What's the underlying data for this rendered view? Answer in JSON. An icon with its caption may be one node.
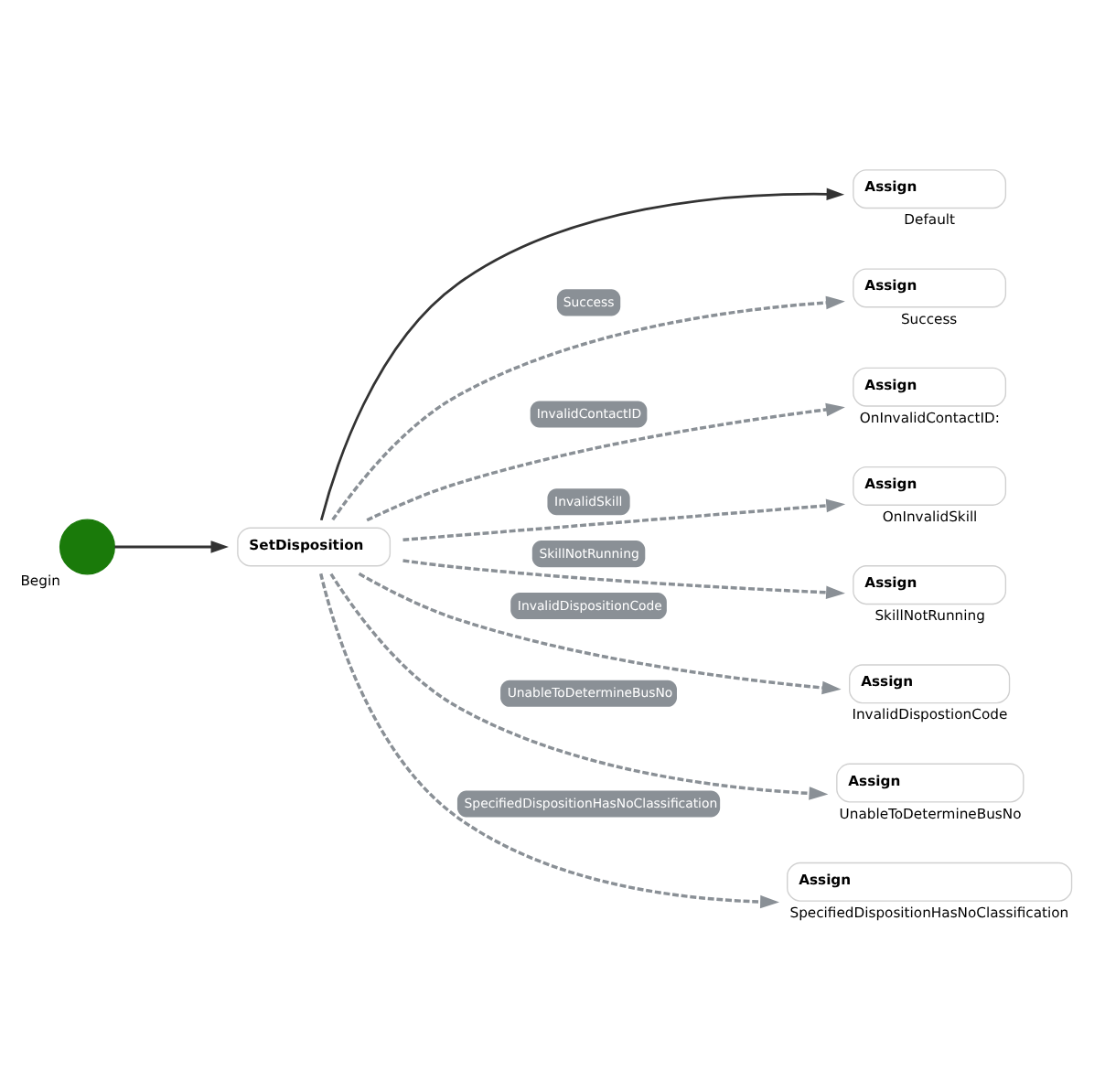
{
  "diagram": {
    "nodes": [
      {
        "text": [],
        "shape": "circle",
        "beside": [
          "Begin"
        ]
      },
      {
        "text": [
          "SetDisposition"
        ]
      },
      {
        "text": [
          "Assign"
        ],
        "beside": [
          "Default"
        ]
      },
      {
        "text": [
          "Assign"
        ],
        "beside": [
          "Success"
        ]
      },
      {
        "text": [
          "Assign"
        ],
        "beside": [
          "OnInvalidContactID:"
        ]
      },
      {
        "text": [
          "Assign"
        ],
        "beside": [
          "OnInvalidSkill"
        ]
      },
      {
        "text": [
          "Assign"
        ],
        "beside": [
          "SkillNotRunning"
        ]
      },
      {
        "text": [
          "Assign"
        ],
        "beside": [
          "InvalidDispostionCode"
        ]
      },
      {
        "text": [
          "Assign"
        ],
        "beside": [
          "UnableToDetermineBusNo"
        ]
      },
      {
        "text": [
          "Assign"
        ],
        "beside": [
          "SpecifiedDispositionHasNoClassification"
        ]
      }
    ],
    "edges": [
      {
        "from": 0,
        "to": 1,
        "arrow": "to",
        "color": "#333333"
      },
      {
        "from": 1,
        "to": 2,
        "arrow": "to",
        "color": "#333333"
      },
      {
        "from": 1,
        "to": 3,
        "arrow": "to",
        "label": "Success",
        "style": "dashed"
      },
      {
        "from": 1,
        "to": 4,
        "arrow": "to",
        "label": "InvalidContactID",
        "style": "dashed"
      },
      {
        "from": 1,
        "to": 5,
        "arrow": "to",
        "label": "InvalidSkill",
        "style": "dashed"
      },
      {
        "from": 1,
        "to": 6,
        "arrow": "to",
        "label": "SkillNotRunning",
        "style": "dashed"
      },
      {
        "from": 1,
        "to": 7,
        "arrow": "to",
        "label": "InvalidDispositionCode",
        "style": "dashed"
      },
      {
        "from": 1,
        "to": 8,
        "arrow": "to",
        "label": "UnableToDetermineBusNo",
        "style": "dashed"
      },
      {
        "from": 1,
        "to": 9,
        "arrow": "to",
        "label": "SpecifiedDispositionHasNoClassification",
        "style": "dashed"
      }
    ]
  }
}
